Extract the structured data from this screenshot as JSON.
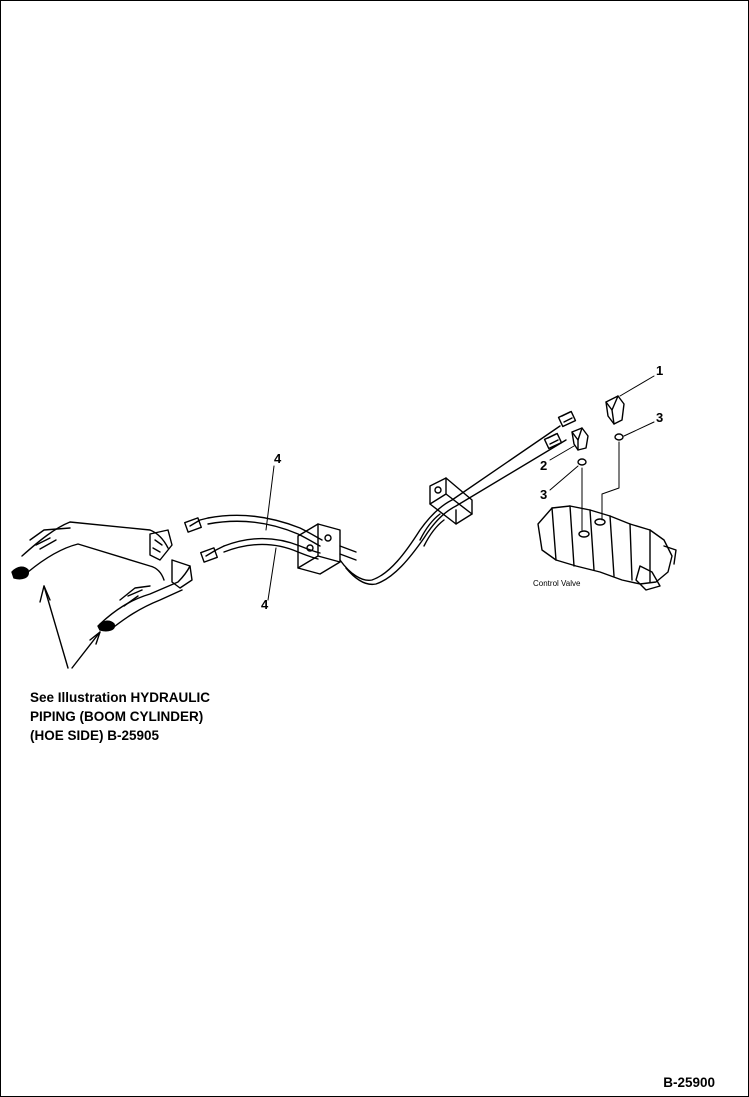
{
  "diagram": {
    "callouts": {
      "p1": "1",
      "p2": "2",
      "p3_upper": "3",
      "p3_lower": "3",
      "p4_upper": "4",
      "p4_lower": "4"
    },
    "control_valve_label": "Control Valve",
    "reference_note": [
      "See Illustration HYDRAULIC",
      "PIPING (BOOM CYLINDER)",
      "(HOE SIDE) B-25905"
    ],
    "figure_number": "B-25900"
  },
  "colors": {
    "line": "#000000",
    "background": "#ffffff"
  }
}
